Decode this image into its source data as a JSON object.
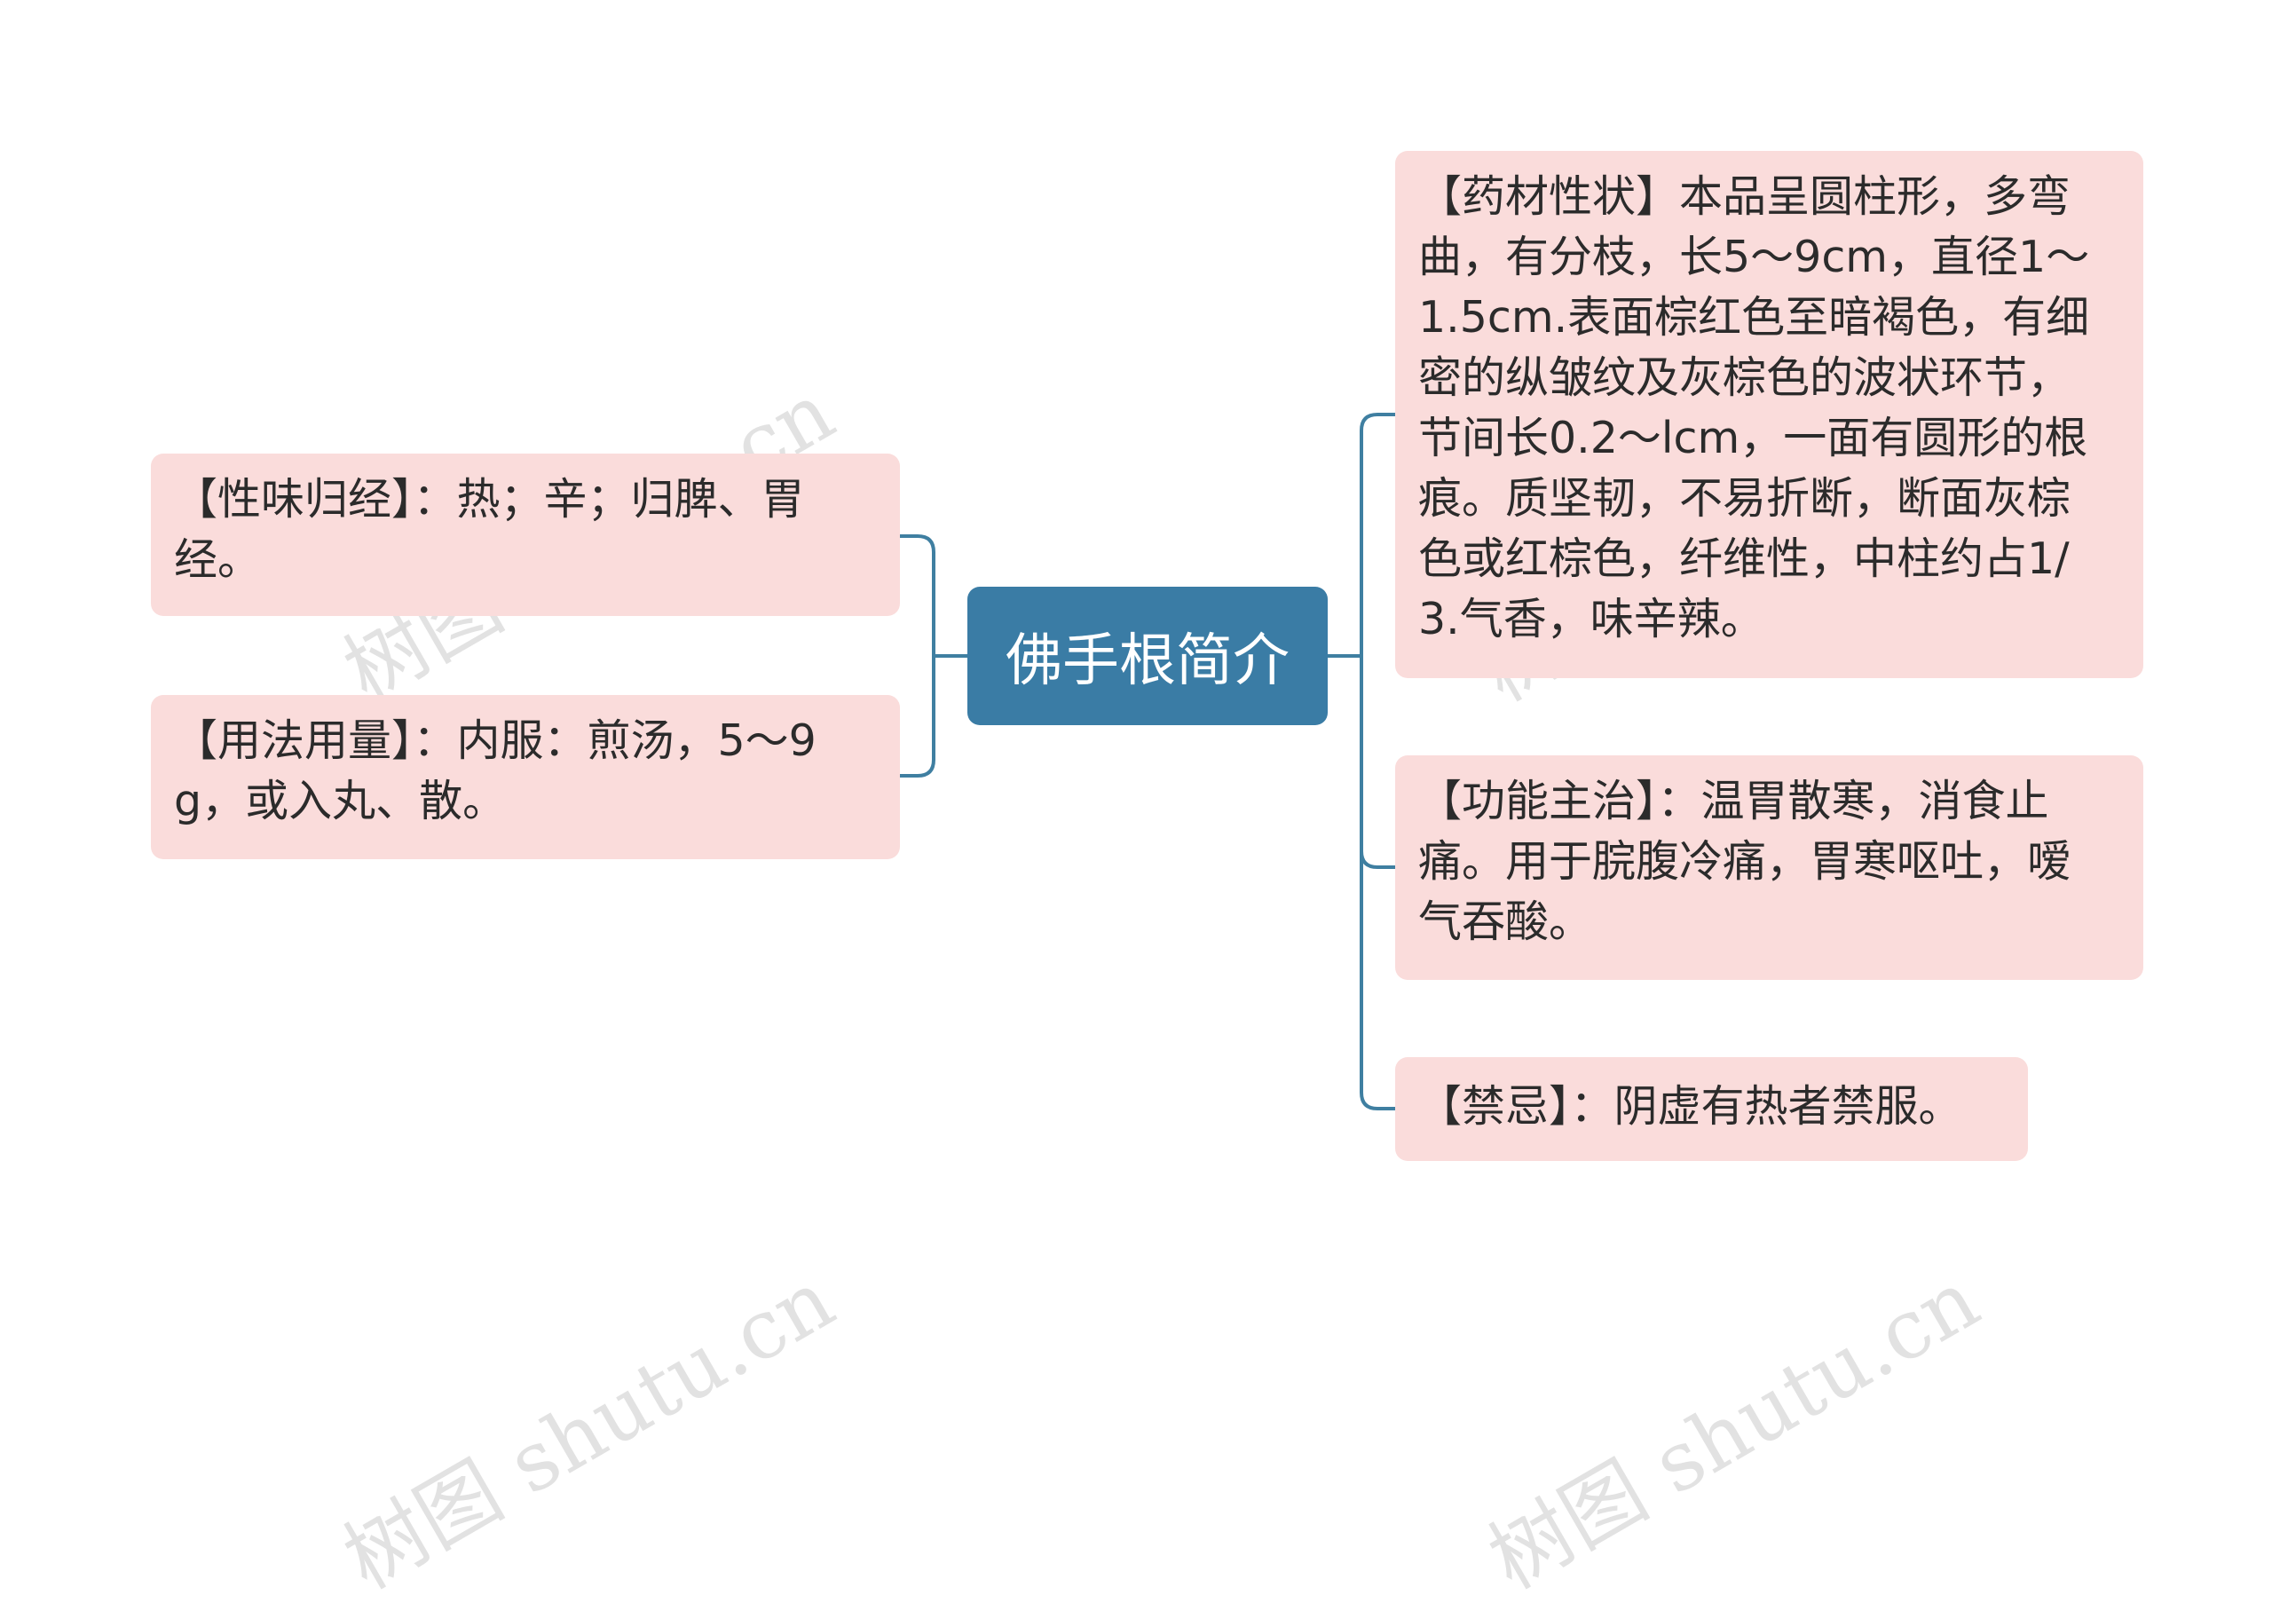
{
  "center": {
    "title": "佛手根简介"
  },
  "left": [
    {
      "lines": [
        "【性味归经】：热；辛；归脾、胃",
        "经。"
      ]
    },
    {
      "lines": [
        "【用法用量】：内服：煎汤，5～9",
        "g，或入丸、散。"
      ]
    }
  ],
  "right": [
    {
      "lines": [
        "【药材性状】本品呈圆柱形，多弯",
        "曲，有分枝，长5～9cm，直径1～",
        "1.5cm.表面棕红色至暗褐色，有细",
        "密的纵皱纹及灰棕色的波状环节，",
        "节间长0.2～lcm，一面有圆形的根",
        "痕。质坚韧，不易折断，断面灰棕",
        "色或红棕色，纤维性，中柱约占1/",
        "3.气香，味辛辣。"
      ]
    },
    {
      "lines": [
        "【功能主治】：温胃散寒，消食止",
        "痛。用于脘腹冷痛，胃寒呕吐，嗳",
        "气吞酸。"
      ]
    },
    {
      "lines": [
        "【禁忌】：阴虚有热者禁服。"
      ]
    }
  ],
  "watermark": "树图 shutu.cn",
  "colors": {
    "center": "#3a7ca5",
    "node": "#fadcdb",
    "connector": "#3f7fa1"
  }
}
